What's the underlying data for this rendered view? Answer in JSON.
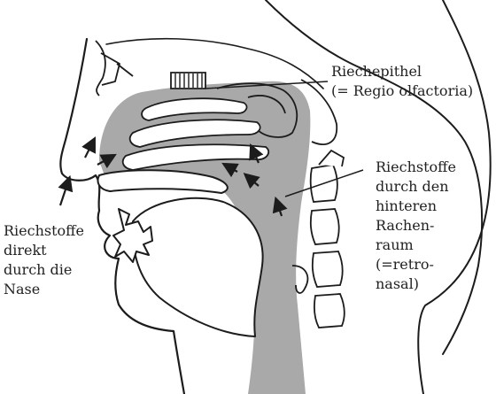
{
  "colors": {
    "ink": "#1c1c1c",
    "airway_fill": "#a9a9a9",
    "text": "#222222",
    "background": "#ffffff"
  },
  "labels": {
    "epithelium": [
      "Riechepithel",
      "(= Regio olfactoria)"
    ],
    "retronasal": [
      "Riechstoffe",
      "durch den",
      "hinteren",
      "Rachen-",
      "raum",
      "(=retro-",
      "nasal)"
    ],
    "orthonasal": [
      "Riechstoffe",
      "direkt",
      "durch die",
      "Nase"
    ]
  }
}
